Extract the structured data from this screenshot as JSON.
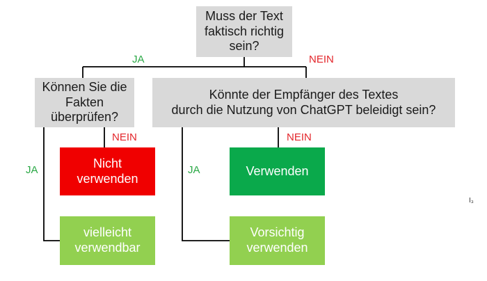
{
  "questions": {
    "q1": "Muss der Text\nfaktisch richtig\nsein?",
    "q2": "Können Sie die\nFakten\nüberprüfen?",
    "q3": "Könnte der Empfänger des Textes\ndurch die Nutzung von ChatGPT beleidigt sein?"
  },
  "outcomes": {
    "nicht_verwenden": "Nicht\nverwenden",
    "vielleicht": "vielleicht\nverwendbar",
    "verwenden": "Verwenden",
    "vorsichtig": "Vorsichtig\nverwenden"
  },
  "labels": {
    "ja": "JA",
    "nein": "NEIN"
  },
  "stray_mark": "I₃",
  "colors": {
    "question_fill": "#d9d9d9",
    "red_outcome": "#f00000",
    "dark_green_outcome": "#0aa94b",
    "light_green_outcome": "#92d050",
    "yes_label": "#2aa845",
    "no_label": "#e3262b",
    "connector": "#000000"
  }
}
